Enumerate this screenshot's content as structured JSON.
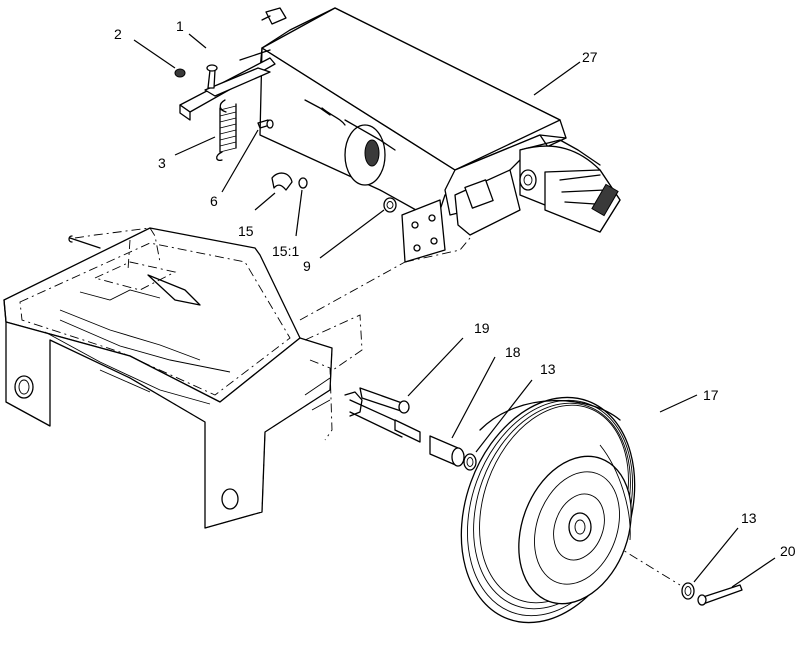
{
  "callouts": [
    {
      "id": "c1",
      "label": "1"
    },
    {
      "id": "c2",
      "label": "2"
    },
    {
      "id": "c3",
      "label": "3"
    },
    {
      "id": "c6",
      "label": "6"
    },
    {
      "id": "c15",
      "label": "15"
    },
    {
      "id": "c151",
      "label": "15:1"
    },
    {
      "id": "c9",
      "label": "9"
    },
    {
      "id": "c27",
      "label": "27"
    },
    {
      "id": "c19",
      "label": "19"
    },
    {
      "id": "c18",
      "label": "18"
    },
    {
      "id": "c13a",
      "label": "13"
    },
    {
      "id": "c17",
      "label": "17"
    },
    {
      "id": "c13b",
      "label": "13"
    },
    {
      "id": "c20",
      "label": "20"
    }
  ]
}
